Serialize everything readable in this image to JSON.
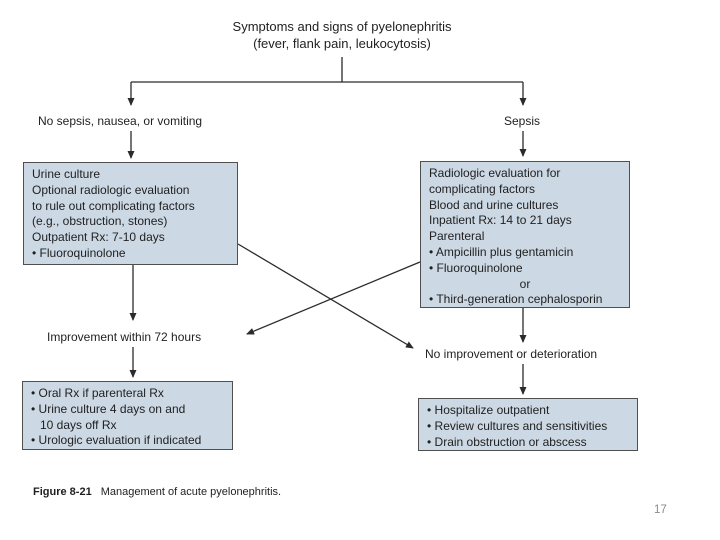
{
  "slide": {
    "page_number": "17"
  },
  "colors": {
    "box_fill": "#ccd8e4",
    "box_border": "#4f4f4f",
    "arrow": "#2b2b2b",
    "text": "#1f1f1f",
    "page_number": "#8a8a8a",
    "background": "#ffffff"
  },
  "flowchart": {
    "title_line1": "Symptoms and signs of pyelonephritis",
    "title_line2": "(fever, flank pain, leukocytosis)",
    "branch_left_label": "No sepsis, nausea, or vomiting",
    "branch_right_label": "Sepsis",
    "left_box": {
      "lines": [
        "Urine culture",
        "Optional radiologic evaluation",
        "to rule out complicating factors",
        "(e.g., obstruction, stones)",
        "Outpatient Rx: 7-10 days",
        "• Fluoroquinolone"
      ]
    },
    "right_box": {
      "lines": [
        "Radiologic evaluation for",
        "complicating factors",
        "Blood and urine cultures",
        "Inpatient Rx: 14 to 21 days",
        "Parenteral",
        "• Ampicillin plus gentamicin",
        "• Fluoroquinolone",
        "or",
        "• Third-generation cephalosporin"
      ]
    },
    "left_outcome_label": "Improvement within 72 hours",
    "right_outcome_label": "No improvement or deterioration",
    "bottom_left_box": {
      "lines": [
        "• Oral Rx if parenteral Rx",
        "• Urine culture 4 days on and",
        "10 days off Rx",
        "• Urologic evaluation if indicated"
      ]
    },
    "bottom_right_box": {
      "lines": [
        "• Hospitalize outpatient",
        "• Review cultures and sensitivities",
        "• Drain obstruction or abscess"
      ]
    }
  },
  "caption": {
    "label": "Figure 8-21",
    "text": "Management of acute pyelonephritis."
  }
}
